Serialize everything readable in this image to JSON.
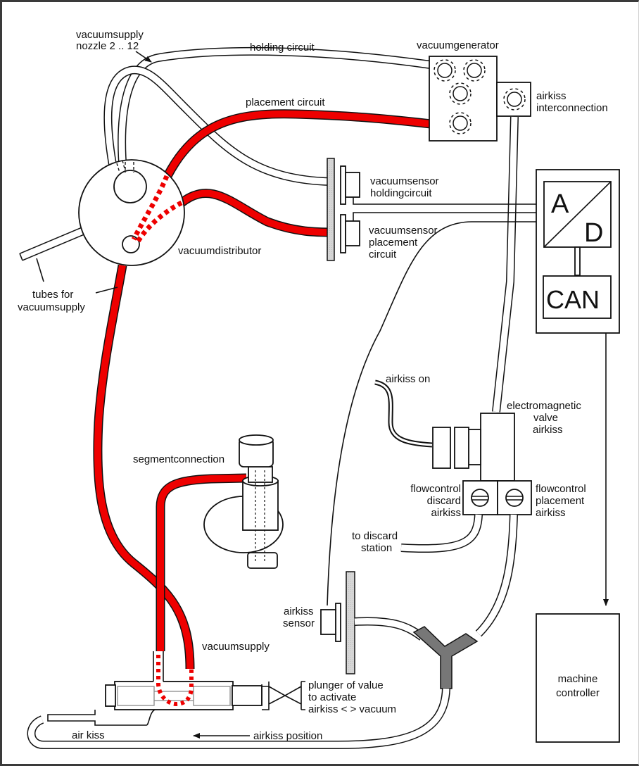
{
  "diagram": {
    "title": "Vacuum and airkiss circuit",
    "colors": {
      "vacuum_tube": "#ee0000",
      "outline": "#111111",
      "sensor_plate": "#d4d4d4",
      "y_connector": "#777777",
      "frame_border": "#3a3a3a"
    },
    "labels": {
      "vacuumsupply_nozzle_line1": "vacuumsupply",
      "vacuumsupply_nozzle_line2": "nozzle 2 .. 12",
      "holding_circuit": "holding circuit",
      "vacuumgenerator": "vacuumgenerator",
      "airkiss_interconnection_line1": "airkiss",
      "airkiss_interconnection_line2": "interconnection",
      "placement_circuit": "placement circuit",
      "vacuumsensor_holding_line1": "vacuumsensor",
      "vacuumsensor_holding_line2": "holdingcircuit",
      "vacuumsensor_placement_line1": "vacuumsensor",
      "vacuumsensor_placement_line2": "placement",
      "vacuumsensor_placement_line3": "circuit",
      "vacuumdistributor": "vacuumdistributor",
      "tubes_for_vacuumsupply_line1": "tubes for",
      "tubes_for_vacuumsupply_line2": "vacuumsupply",
      "ad_converter_a": "A",
      "ad_converter_d": "D",
      "can": "CAN",
      "airkiss_on": "airkiss on",
      "electromagnetic_valve_line1": "electromagnetic",
      "electromagnetic_valve_line2": "valve",
      "electromagnetic_valve_line3": "airkiss",
      "flowcontrol_discard_line1": "flowcontrol",
      "flowcontrol_discard_line2": "discard",
      "flowcontrol_discard_line3": "airkiss",
      "flowcontrol_placement_line1": "flowcontrol",
      "flowcontrol_placement_line2": "placement",
      "flowcontrol_placement_line3": "airkiss",
      "to_discard_station_line1": "to discard",
      "to_discard_station_line2": "station",
      "segmentconnection": "segmentconnection",
      "airkiss_sensor_line1": "airkiss",
      "airkiss_sensor_line2": "sensor",
      "vacuumsupply": "vacuumsupply",
      "plunger_line1": "plunger of value",
      "plunger_line2": "to activate",
      "plunger_line3": "airkiss < > vacuum",
      "air_kiss": "air kiss",
      "airkiss_position": "airkiss position",
      "machine_controller_line1": "machine",
      "machine_controller_line2": "controller"
    }
  }
}
